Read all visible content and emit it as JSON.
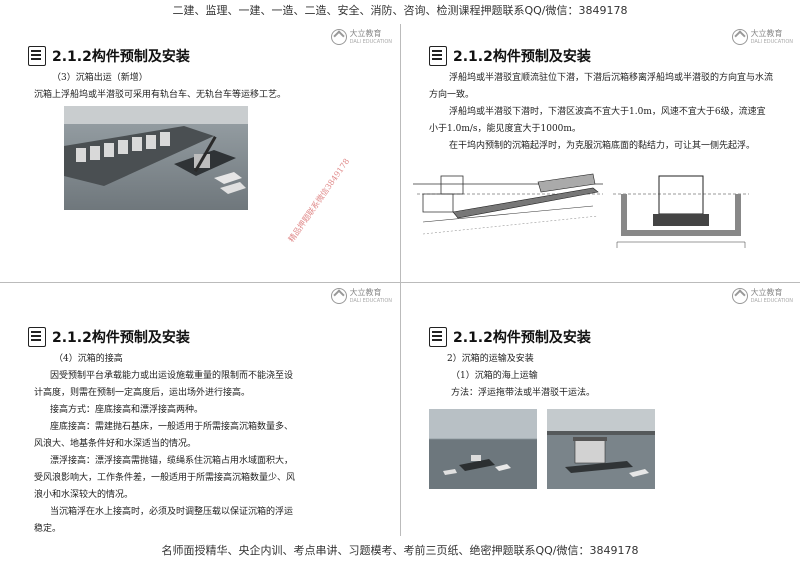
{
  "header": {
    "text": "二建、监理、一建、一造、二造、安全、消防、咨询、检测课程押题联系QQ/微信：3849178"
  },
  "footer": {
    "text": "名师面授精华、央企内训、考点串讲、习题模考、考前三页纸、绝密押题联系QQ/微信：3849178"
  },
  "logo": {
    "name": "大立教育",
    "sub": "DALI EDUCATION"
  },
  "slides": [
    {
      "title": "2.1.2构件预制及安装",
      "subtitle": "（3）沉箱出运（新增）",
      "body": "沉箱上浮船坞或半潜驳可采用有轨台车、无轨台车等运移工艺。",
      "watermark": "精品押题联系微信3849178"
    },
    {
      "title": "2.1.2构件预制及安装",
      "para1": "浮船坞或半潜驳宜顺流驻位下潜，下潜后沉箱移离浮船坞或半潜驳的方向宜与水流方向一致。",
      "para2": "浮船坞或半潜驳下潜时，下潜区波高不宜大于1.0m，风速不宜大于6级，流速宜小于1.0m/s，能见度宜大于1000m。",
      "para3": "在干坞内预制的沉箱起浮时，为克服沉箱底面的黏结力，可让其一侧先起浮。"
    },
    {
      "title": "2.1.2构件预制及安装",
      "lines": [
        "（4）沉箱的接高",
        "因受预制平台承载能力或出运设施载重量的限制而不能浇至设",
        "计高度，则需在预制一定高度后，运出场外进行接高。",
        "接高方式：座底接高和漂浮接高两种。",
        "座底接高：需建抛石基床，一般适用于所需接高沉箱数量多、",
        "风浪大、地基条件好和水深适当的情况。",
        "漂浮接高：漂浮接高需抛锚，缆绳系住沉箱占用水域面积大，",
        "受风浪影响大，工作条件差，一般适用于所需接高沉箱数量少、风",
        "浪小和水深较大的情况。",
        "当沉箱浮在水上接高时，必须及时调整压载以保证沉箱的浮运",
        "稳定。"
      ]
    },
    {
      "title": "2.1.2构件预制及安装",
      "line1": "2）沉箱的运输及安装",
      "line2": "（1）沉箱的海上运输",
      "line3": "方法：浮运拖带法或半潜驳干运法。"
    }
  ]
}
